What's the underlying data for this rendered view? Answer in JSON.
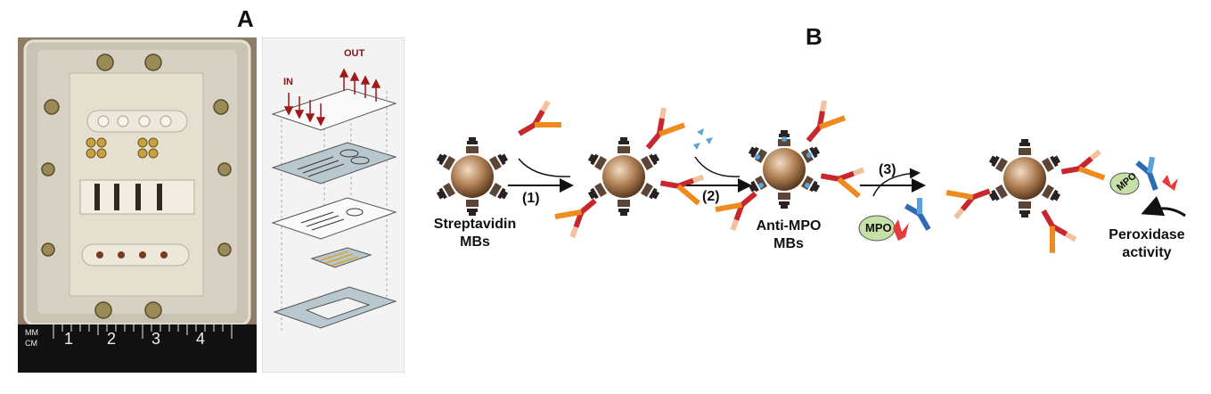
{
  "panel_a": {
    "letter": "A",
    "ruler": {
      "unit_top": "MM",
      "unit_bottom": "CM",
      "numbers": [
        "1",
        "2",
        "3",
        "4"
      ]
    },
    "exploded_view": {
      "in_label": "IN",
      "out_label": "OUT"
    }
  },
  "panel_b": {
    "letter": "B",
    "labels": {
      "streptavidin": [
        "Streptavidin",
        "MBs"
      ],
      "anti_mpo": [
        "Anti-MPO",
        "MBs"
      ],
      "peroxidase": [
        "Peroxidase",
        "activity"
      ],
      "mpo": "MPO"
    },
    "steps": [
      "(1)",
      "(2)",
      "(3)"
    ]
  },
  "colors": {
    "bead": "#b08055",
    "antibody_red": "#c8282d",
    "antibody_orange": "#ef8a1f",
    "antibody_pink": "#f3c0a0",
    "antibody_blue": "#2d6cb4",
    "linker": "#5aa2dc",
    "mpo_fill": "#c6e0a8",
    "chip_gray": "#b9c7cf"
  }
}
